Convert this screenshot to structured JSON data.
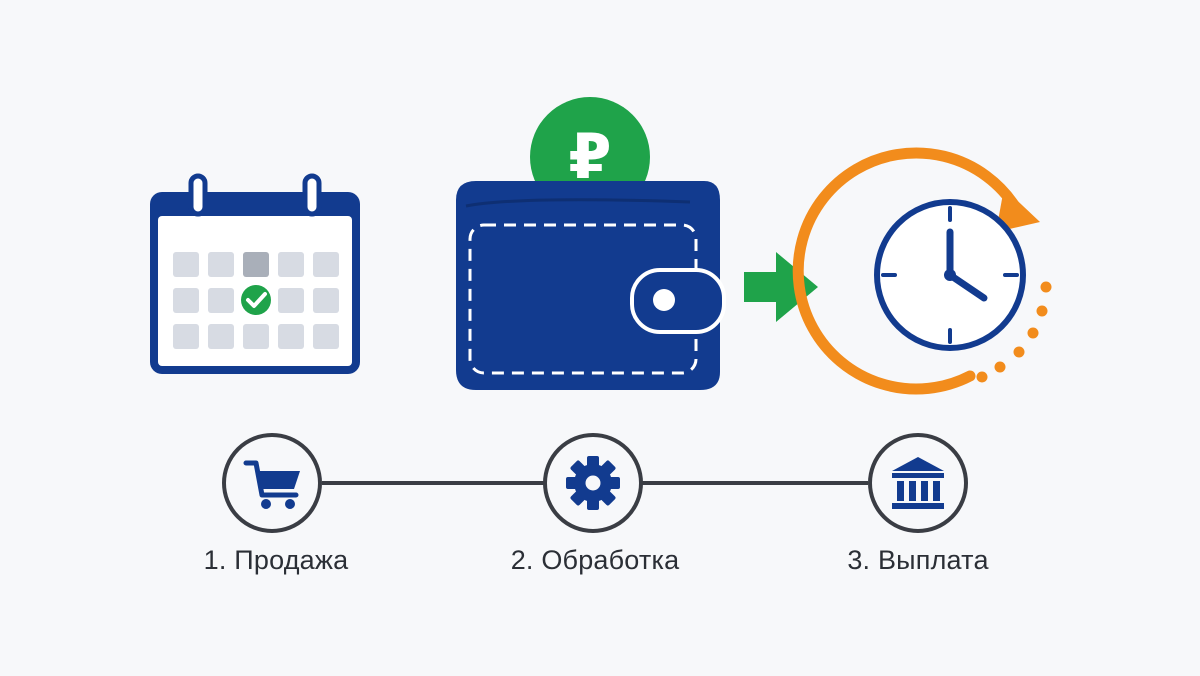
{
  "diagram": {
    "top_row": {
      "calendar_icon": "calendar-check-icon",
      "wallet_icon": "wallet-ruble-icon",
      "coin_symbol": "₽",
      "arrow_icon": "arrow-right-icon",
      "clock_icon": "clock-refresh-icon"
    },
    "steps": [
      {
        "label": "1. Продажа",
        "icon": "shopping-cart-icon"
      },
      {
        "label": "2. Обработка",
        "icon": "gear-icon"
      },
      {
        "label": "3. Выплата",
        "icon": "bank-icon"
      }
    ],
    "colors": {
      "navy": "#123b8f",
      "green": "#1fa34a",
      "orange": "#f28c1c",
      "line": "#3a3d44",
      "grid_cell": "#d7dbe3",
      "grid_cell_dark": "#a9afb9"
    }
  }
}
